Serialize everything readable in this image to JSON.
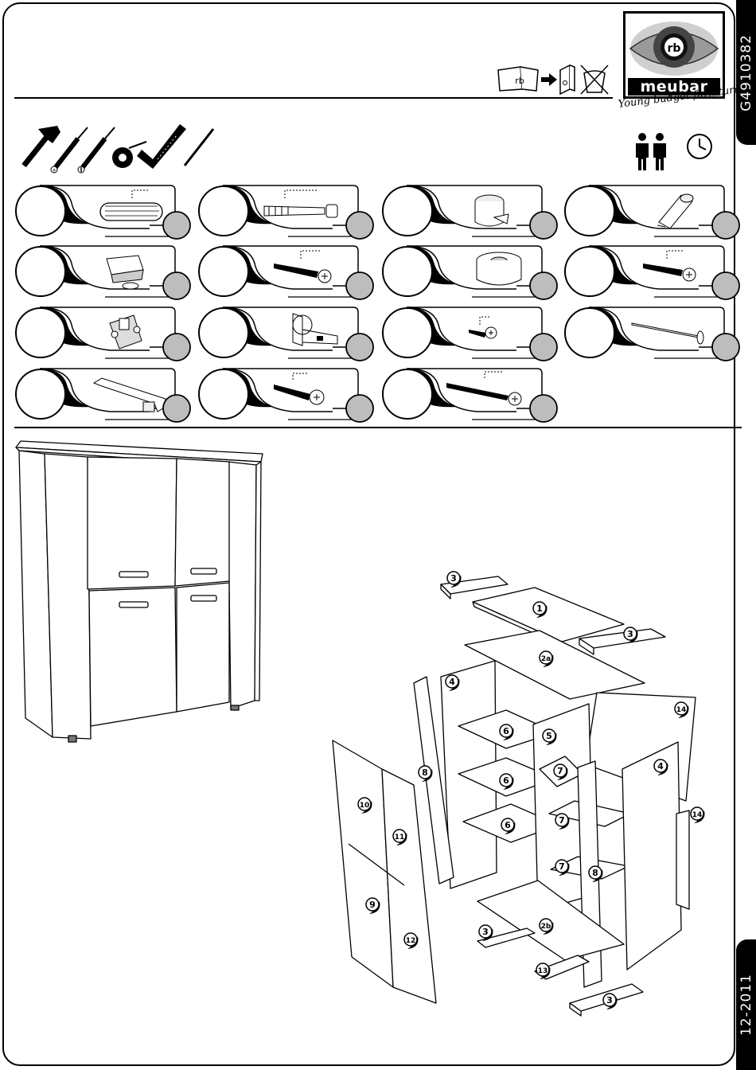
{
  "document": {
    "code": "G4910382",
    "date": "12-2011"
  },
  "brand": {
    "name": "meubar",
    "slogan": "Young budget furniture",
    "monogram": "rb"
  },
  "pre_assembly_icons": [
    "manual-book-icon",
    "binder-icon",
    "no-wet-cleaning-icon"
  ],
  "tools": [
    "hammer-icon",
    "phillips-screwdriver-icon",
    "flathead-screwdriver-icon",
    "tape-measure-icon",
    "square-ruler-icon",
    "pencil-icon"
  ],
  "requirements": [
    "two-persons-icon",
    "clock-icon"
  ],
  "hardware": [
    {
      "name": "wooden-dowel"
    },
    {
      "name": "cam-bolt"
    },
    {
      "name": "cam-lock"
    },
    {
      "name": "connector-bolt"
    },
    {
      "name": "adjustable-foot"
    },
    {
      "name": "wood-screw"
    },
    {
      "name": "plastic-foot-cap"
    },
    {
      "name": "wood-screw-small"
    },
    {
      "name": "hinge-mounting-plate"
    },
    {
      "name": "cabinet-hinge"
    },
    {
      "name": "short-screw"
    },
    {
      "name": "nail"
    },
    {
      "name": "door-handle"
    },
    {
      "name": "handle-screw"
    },
    {
      "name": "long-screw"
    }
  ],
  "exploded_parts": [
    {
      "label": "3"
    },
    {
      "label": "1"
    },
    {
      "label": "3"
    },
    {
      "label": "2a"
    },
    {
      "label": "4"
    },
    {
      "label": "14"
    },
    {
      "label": "6"
    },
    {
      "label": "5"
    },
    {
      "label": "8"
    },
    {
      "label": "7"
    },
    {
      "label": "4"
    },
    {
      "label": "6"
    },
    {
      "label": "10"
    },
    {
      "label": "7"
    },
    {
      "label": "14"
    },
    {
      "label": "11"
    },
    {
      "label": "6"
    },
    {
      "label": "7"
    },
    {
      "label": "8"
    },
    {
      "label": "9"
    },
    {
      "label": "3"
    },
    {
      "label": "2b"
    },
    {
      "label": "12"
    },
    {
      "label": "13"
    },
    {
      "label": "3"
    }
  ]
}
